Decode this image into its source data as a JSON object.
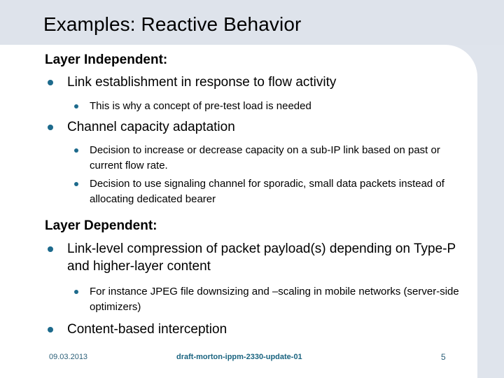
{
  "slide": {
    "title": "Examples: Reactive Behavior",
    "accent_color": "#1d6a8c",
    "header_band_color": "#dee3eb",
    "panel_color": "#ffffff",
    "sections": [
      {
        "heading": "Layer Independent:",
        "items": [
          {
            "level": 1,
            "text": "Link establishment in response to flow activity"
          },
          {
            "level": 2,
            "text": "This is why a concept of pre-test load is needed"
          },
          {
            "level": 1,
            "text": "Channel capacity adaptation"
          },
          {
            "level": 2,
            "text": "Decision to increase or decrease capacity on a sub-IP link based on past or current flow rate."
          },
          {
            "level": 2,
            "text": "Decision to use signaling channel for sporadic, small data packets instead of allocating dedicated bearer"
          }
        ]
      },
      {
        "heading": "Layer Dependent:",
        "items": [
          {
            "level": 1,
            "text": "Link-level compression of packet payload(s) depending on Type-P and higher-layer content"
          },
          {
            "level": 2,
            "text": "For instance JPEG file downsizing and –scaling in mobile networks (server-side optimizers)"
          },
          {
            "level": 1,
            "text": "Content-based interception"
          }
        ]
      }
    ]
  },
  "footer": {
    "date": "09.03.2013",
    "document": "draft-morton-ippm-2330-update-01",
    "page_number": "5"
  }
}
